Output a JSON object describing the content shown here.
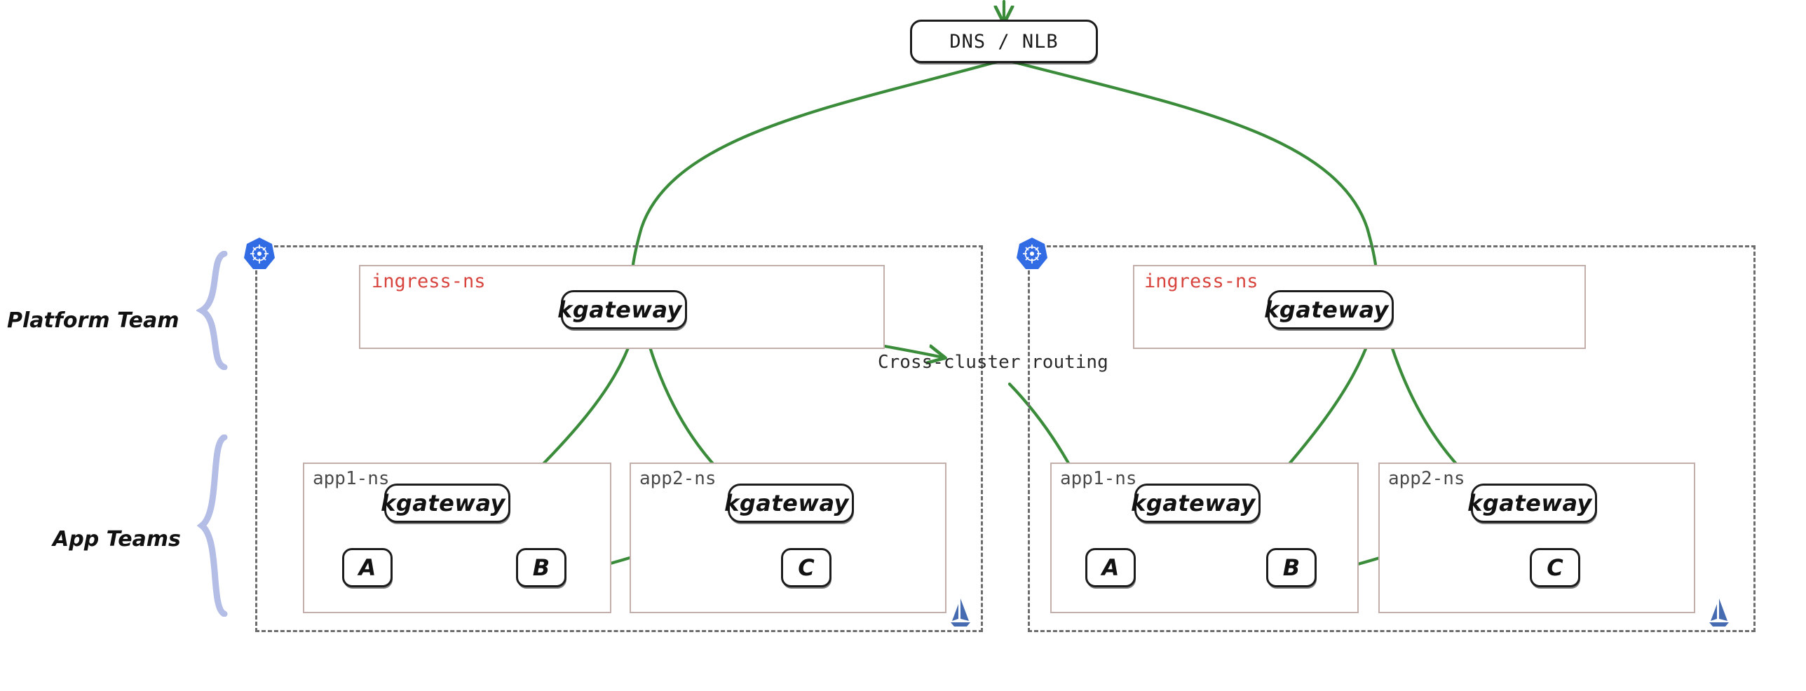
{
  "diagram": {
    "title": "kgateway multi-cluster ingress and east-west routing",
    "style": "hand-drawn excalidraw",
    "accent_green": "#3a8c3a",
    "ns_red": "#d8453f",
    "ns_gray": "#4a4a4a",
    "k8s_blue": "#326ce5",
    "kgateway_purple": "#4b2fe3",
    "istio_blue": "#466bb0",
    "brace_color": "#b3bde6"
  },
  "entry": {
    "dns_label": "DNS / NLB"
  },
  "side_labels": {
    "platform_team": "Platform Team",
    "app_teams": "App Teams"
  },
  "annotations": {
    "cross_cluster": "Cross-cluster routing"
  },
  "icons": {
    "kubernetes": "kubernetes-icon",
    "kgateway": "kgateway-icon",
    "istio": "istio-sailboat-icon"
  },
  "clusters": [
    {
      "id": "cluster-1",
      "namespaces": [
        {
          "id": "ingress-ns-1",
          "name": "ingress-ns",
          "tier": "platform",
          "gateways": [
            {
              "label": "kgateway"
            }
          ],
          "services": []
        },
        {
          "id": "app1-ns-1",
          "name": "app1-ns",
          "tier": "app",
          "gateways": [
            {
              "label": "kgateway"
            }
          ],
          "services": [
            {
              "label": "A"
            },
            {
              "label": "B"
            }
          ]
        },
        {
          "id": "app2-ns-1",
          "name": "app2-ns",
          "tier": "app",
          "gateways": [
            {
              "label": "kgateway"
            }
          ],
          "services": [
            {
              "label": "C"
            }
          ]
        }
      ]
    },
    {
      "id": "cluster-2",
      "namespaces": [
        {
          "id": "ingress-ns-2",
          "name": "ingress-ns",
          "tier": "platform",
          "gateways": [
            {
              "label": "kgateway"
            }
          ],
          "services": []
        },
        {
          "id": "app1-ns-2",
          "name": "app1-ns",
          "tier": "app",
          "gateways": [
            {
              "label": "kgateway"
            }
          ],
          "services": [
            {
              "label": "A"
            },
            {
              "label": "B"
            }
          ]
        },
        {
          "id": "app2-ns-2",
          "name": "app2-ns",
          "tier": "app",
          "gateways": [
            {
              "label": "kgateway"
            }
          ],
          "services": [
            {
              "label": "C"
            }
          ]
        }
      ]
    }
  ]
}
